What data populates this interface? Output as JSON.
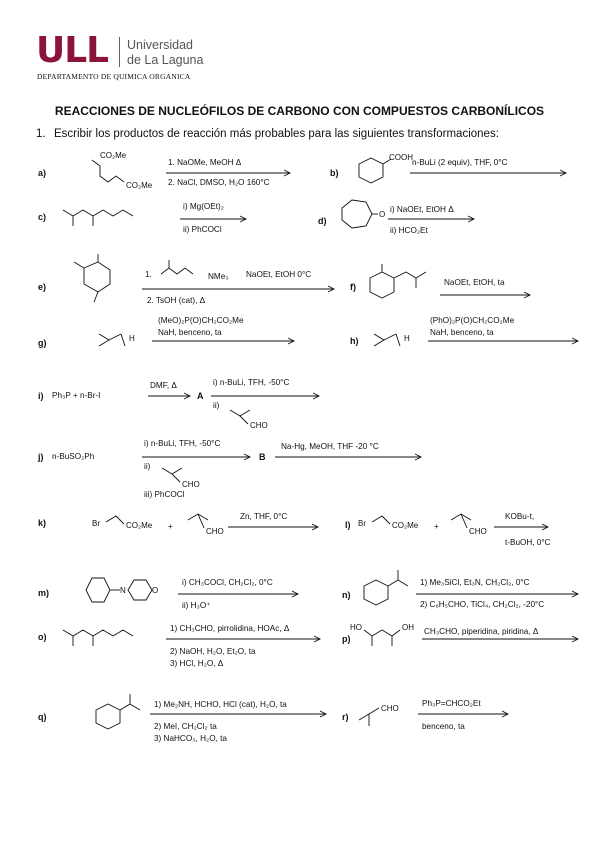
{
  "header": {
    "logo_text": "ULL",
    "university_line1": "Universidad",
    "university_line2": "de La Laguna",
    "department": "DEPARTAMENTO DE QUIMICA ORGANICA"
  },
  "document": {
    "title": "REACCIONES DE NUCLEÓFILOS DE CARBONO CON COMPUESTOS CARBONÍLICOS",
    "question_number": "1.",
    "question_text": "Escribir los productos de reacción más probables para las siguientes transformaciones:"
  },
  "reactions": {
    "a": {
      "label": "a)",
      "sub1": "CO₂Me",
      "sub2": "CO₂Me",
      "cond1": "1. NaOMe, MeOH Δ",
      "cond2": "2. NaCl, DMSO, H₂O 160°C"
    },
    "b": {
      "label": "b)",
      "sub1": "COOH",
      "cond1": "n-BuLi (2 equiv), THF, 0°C"
    },
    "c": {
      "label": "c)",
      "cond1": "i) Mg(OEt)₂",
      "cond2": "ii) PhCOCl"
    },
    "d": {
      "label": "d)",
      "sub1": "O",
      "cond1": "i) NaOEt, EtOH Δ",
      "cond2": "ii) HCO₂Et"
    },
    "e": {
      "label": "e)",
      "cond1": "1.",
      "reagent": "NMe₃",
      "cond1b": "NaOEt, EtOH 0°C",
      "cond2": "2. TsOH (cat), Δ"
    },
    "f": {
      "label": "f)",
      "cond1": "NaOEt, EtOH, ta"
    },
    "g": {
      "label": "g)",
      "sub1": "H",
      "cond1": "(MeO)₂P(O)CH₂CO₂Me",
      "cond2": "NaH, benceno, ta"
    },
    "h": {
      "label": "h)",
      "sub1": "H",
      "cond1": "(PhO)₂P(O)CH₂CO₂Me",
      "cond2": "NaH, benceno, ta"
    },
    "i": {
      "label": "i)",
      "reactants": "Ph₃P + n-Br-I",
      "cond_a": "DMF, Δ",
      "intermediate": "A",
      "cond1": "i) n-BuLi, TFH, -50°C",
      "cond2": "ii)",
      "sub1": "CHO"
    },
    "j": {
      "label": "j)",
      "reactant": "n-BuSO₂Ph",
      "cond1": "i) n-BuLi, TFH, -50°C",
      "cond2": "ii)",
      "sub1": "CHO",
      "cond3": "iii) PhCOCl",
      "intermediate": "B",
      "cond_b": "Na-Hg, MeOH, THF -20 °C"
    },
    "k": {
      "label": "k)",
      "sub1": "Br",
      "sub2": "CO₂Me",
      "plus": "+",
      "sub3": "CHO",
      "cond1": "Zn, THF, 0°C"
    },
    "l": {
      "label": "l)",
      "sub1": "Br",
      "sub2": "CO₂Me",
      "plus": "+",
      "sub3": "CHO",
      "cond1": "KOBu-t,",
      "cond2": "t-BuOH, 0°C"
    },
    "m": {
      "label": "m)",
      "sub1": "N",
      "sub2": "O",
      "cond1": "i) CH₃COCl, CH₂Cl₂, 0°C",
      "cond2": "ii) H₃O⁺"
    },
    "n": {
      "label": "n)",
      "cond1": "1) Me₃SiCl, Et₃N, CH₂Cl₂, 0°C",
      "cond2": "2) C₆H₅CHO, TiCl₄, CH₂Cl₂, -20°C"
    },
    "o": {
      "label": "o)",
      "cond1": "1) CH₃CHO, pirrolidina, HOAc, Δ",
      "cond2": "2) NaOH, H₂O, Et₂O, ta",
      "cond3": "3) HCl, H₂O, Δ"
    },
    "p": {
      "label": "p)",
      "sub1": "HO",
      "sub2": "OH",
      "cond1": "CH₃CHO, piperidina, piridina, Δ"
    },
    "q": {
      "label": "q)",
      "cond1": "1) Me₂NH, HCHO, HCl (cat), H₂O, ta",
      "cond2": "2) MeI, CH₂Cl₂ ta",
      "cond3": "3) NaHCO₃, H₂O, ta"
    },
    "r": {
      "label": "r)",
      "sub1": "CHO",
      "cond1": "Ph₃P=CHCO₂Et",
      "cond2": "benceno, ta"
    }
  }
}
